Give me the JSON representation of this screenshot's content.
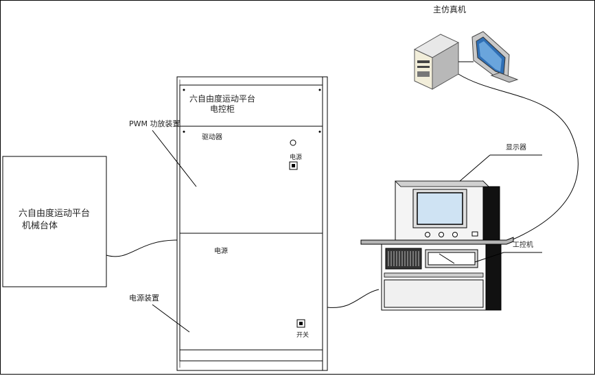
{
  "labels": {
    "host_computer": "主仿真机",
    "cabinet_title_line1": "六自由度运动平台",
    "cabinet_title_line2": "电控柜",
    "pwm_amplifier": "PWM 功放装置",
    "driver": "驱动器",
    "power_indicator": "电源",
    "power_supply_section": "电源",
    "switch": "开关",
    "power_device": "电源装置",
    "platform_line1": "六自由度运动平台",
    "platform_line2": "机械台体",
    "monitor": "显示器",
    "ipc": "工控机"
  },
  "colors": {
    "line": "#000000",
    "dark_fill": "#111111",
    "mid_gray": "#9a9a9a",
    "light_gray": "#d9d9d9",
    "screen_blue": "#cfe3f3"
  }
}
